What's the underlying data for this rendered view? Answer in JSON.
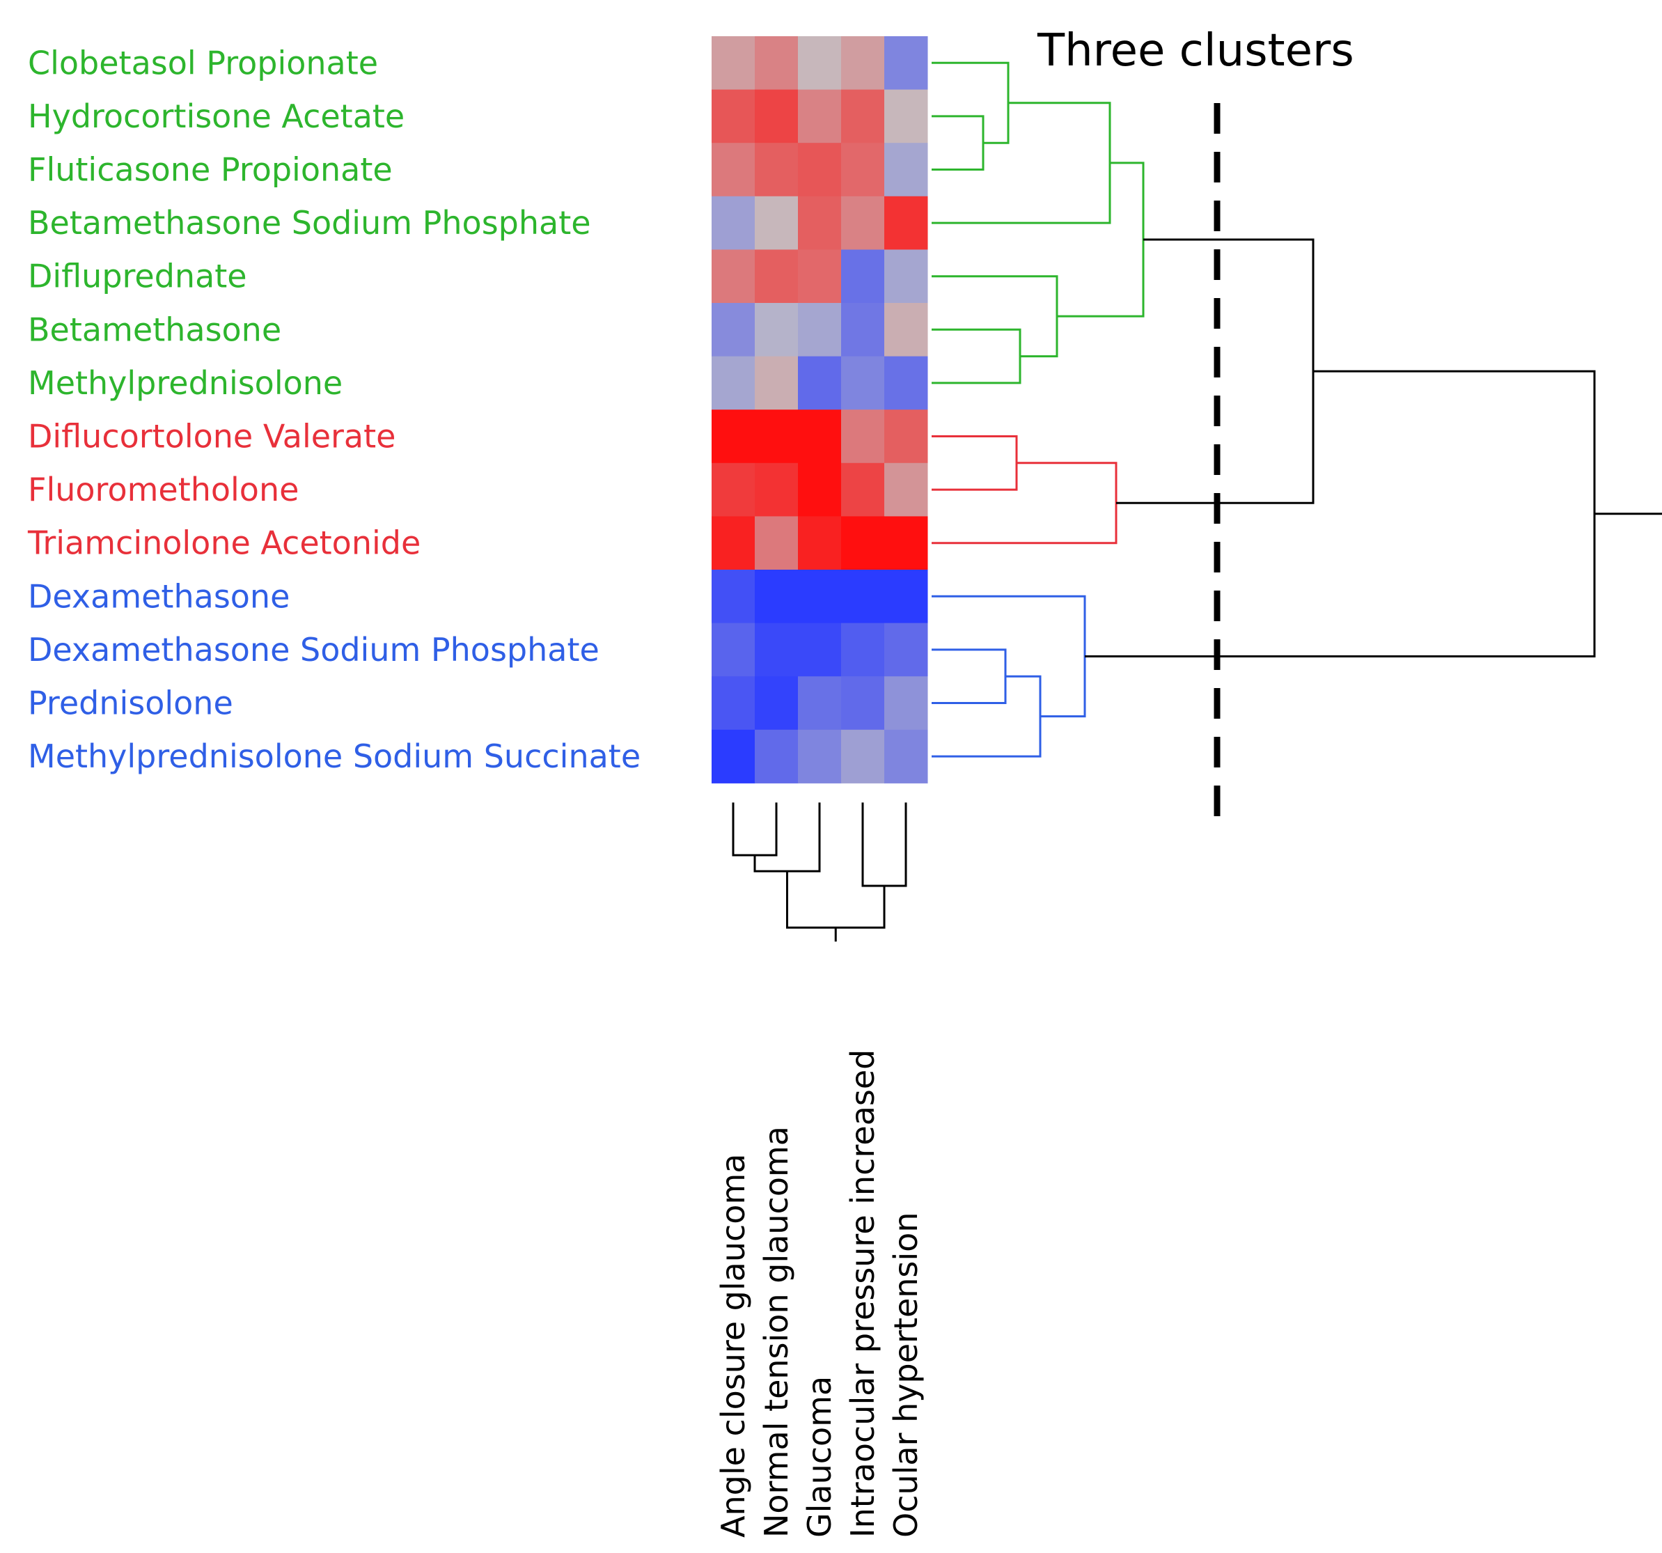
{
  "chart_data": {
    "type": "heatmap",
    "title": "Three clusters",
    "rows": [
      "Clobetasol Propionate",
      "Hydrocortisone Acetate",
      "Fluticasone Propionate",
      "Betamethasone Sodium Phosphate",
      "Difluprednate",
      "Betamethasone",
      "Methylprednisolone",
      "Diflucortolone Valerate",
      "Fluorometholone",
      "Triamcinolone Acetonide",
      "Dexamethasone",
      "Dexamethasone Sodium Phosphate",
      "Prednisolone",
      "Methylprednisolone Sodium Succinate"
    ],
    "columns": [
      "Angle closure glaucoma",
      "Normal tension glaucoma",
      "Glaucoma",
      "Intraocular pressure increased",
      "Ocular hypertension"
    ],
    "values": [
      [
        0.2,
        0.35,
        0.05,
        0.2,
        -0.45
      ],
      [
        0.6,
        0.7,
        0.35,
        0.55,
        0.05
      ],
      [
        0.4,
        0.55,
        0.6,
        0.5,
        -0.2
      ],
      [
        -0.25,
        0.05,
        0.55,
        0.35,
        0.8
      ],
      [
        0.4,
        0.55,
        0.5,
        -0.6,
        -0.2
      ],
      [
        -0.4,
        -0.1,
        -0.2,
        -0.55,
        0.1
      ],
      [
        -0.2,
        0.1,
        -0.65,
        -0.45,
        -0.6
      ],
      [
        1.0,
        1.0,
        1.0,
        0.4,
        0.55
      ],
      [
        0.75,
        0.8,
        1.0,
        0.7,
        0.25
      ],
      [
        0.9,
        0.4,
        0.9,
        1.0,
        1.0
      ],
      [
        -0.85,
        -1.0,
        -1.0,
        -1.0,
        -1.0
      ],
      [
        -0.7,
        -0.9,
        -0.9,
        -0.75,
        -0.65
      ],
      [
        -0.8,
        -0.95,
        -0.6,
        -0.65,
        -0.35
      ],
      [
        -1.0,
        -0.65,
        -0.45,
        -0.25,
        -0.45
      ]
    ],
    "value_range": [
      -1,
      1
    ],
    "color_low": "#2b3cff",
    "color_mid": "#c4c0c4",
    "color_high": "#ff0f0f",
    "clusters": [
      {
        "rows": [
          0,
          1,
          2,
          3,
          4,
          5,
          6
        ],
        "color": "#2db52d"
      },
      {
        "rows": [
          7,
          8,
          9
        ],
        "color": "#e8303a"
      },
      {
        "rows": [
          10,
          11,
          12,
          13
        ],
        "color": "#2f5fe6"
      }
    ],
    "row_dendrogram_color": "#000000",
    "column_dendrogram_color": "#000000",
    "cut_line": "dashed vertical line through the three top-level branches"
  }
}
